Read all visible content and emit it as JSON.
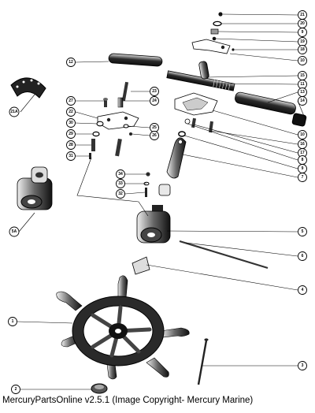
{
  "caption": "MercuryPartsOnline v2.5.1 (Image Copyright- Mercury Marine)",
  "callouts": {
    "c1": "1",
    "c2": "2",
    "c3": "3",
    "c4": "4",
    "c5": "5",
    "c6": "6",
    "c7": "7",
    "c8": "8",
    "c9": "9",
    "c10": "10",
    "c11": "11",
    "c12": "12",
    "c13": "13",
    "c14": "14",
    "c15": "15",
    "c16": "16",
    "c17": "17",
    "c18": "18",
    "c19": "19",
    "c20": "20",
    "c21": "21",
    "c22": "22",
    "c23": "23",
    "c24": "24",
    "c25": "25",
    "c26": "26",
    "c27": "27",
    "c28": "28",
    "c29": "29",
    "c30": "30",
    "c31": "31",
    "c32": "32",
    "c33": "33",
    "c34": "34",
    "c5a": "5A",
    "c21a": "21A"
  }
}
